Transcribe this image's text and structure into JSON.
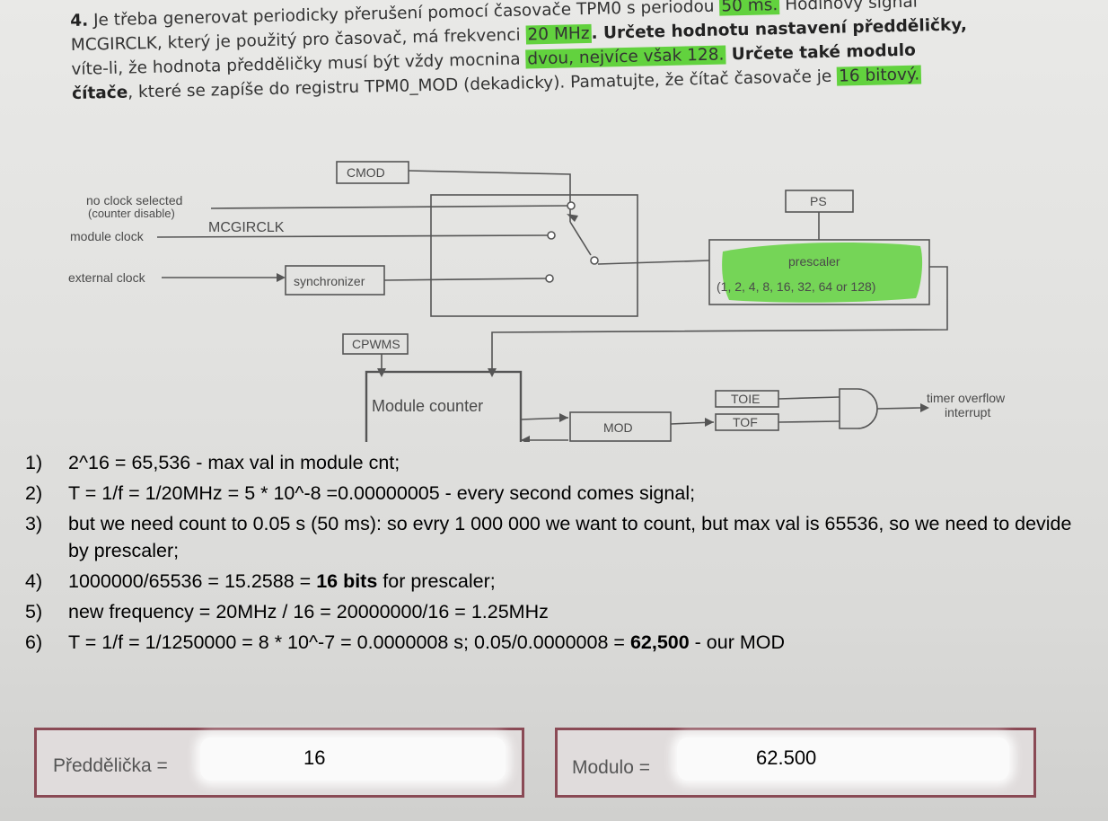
{
  "problem": {
    "number": "4.",
    "line1_pre": " Je třeba generovat periodicky přerušení pomocí časovače TPM0 s periodou ",
    "line1_hl": "50 ms.",
    "line1_post": " Hodinový signál",
    "line2_pre": "MCGIRCLK, který je použitý pro časovač, má frekvenci ",
    "line2_hl": "20 MHz",
    "line2_post": ". Určete hodnotu nastavení předděličky,",
    "line3_pre": "víte-li, že hodnota předděličky musí být vždy mocnina ",
    "line3_hl": "dvou, nejvíce však 128.",
    "line3_post": " Určete také modulo",
    "line4_bold": "čítače",
    "line4_mid": ", které se zapíše do registru TPM0_MOD (dekadicky). Pamatujte, že čítač časovače je ",
    "line4_hl": "16 bitový."
  },
  "diagram": {
    "cmod": "CMOD",
    "no_clock_1": "no clock selected",
    "no_clock_2": "(counter disable)",
    "module_clock": "module clock",
    "mcgirclk": "MCGIRCLK",
    "external_clock": "external clock",
    "synchronizer": "synchronizer",
    "ps": "PS",
    "prescaler": "prescaler",
    "prescaler_values": "(1, 2, 4, 8, 16, 32, 64 or 128)",
    "cpwms": "CPWMS",
    "module_counter": "Module counter",
    "mod": "MOD",
    "toie": "TOIE",
    "tof": "TOF",
    "timer_overflow_1": "timer overflow",
    "timer_overflow_2": "interrupt"
  },
  "solution": [
    {
      "num": "1)",
      "pre": "2^16 = 65,536 - max val in module cnt;",
      "bold": "",
      "post": ""
    },
    {
      "num": "2)",
      "pre": "T = 1/f = 1/20MHz = 5 * 10^-8 =0.00000005 - every second comes signal;",
      "bold": "",
      "post": ""
    },
    {
      "num": "3)",
      "pre": "but we need count to 0.05 s (50 ms): so evry 1 000 000 we want to count, but max val is 65536, so we need to devide by prescaler;",
      "bold": "",
      "post": ""
    },
    {
      "num": "4)",
      "pre": "1000000/65536 = 15.2588 = ",
      "bold": "16 bits",
      "post": " for prescaler;"
    },
    {
      "num": "5)",
      "pre": "new frequency = 20MHz / 16 = 20000000/16 = 1.25MHz",
      "bold": "",
      "post": ""
    },
    {
      "num": "6)",
      "pre": "T = 1/f = 1/1250000 = 8 * 10^-7 = 0.0000008 s;   0.05/0.0000008 = ",
      "bold": "62,500",
      "post": " - our MOD"
    }
  ],
  "answers": {
    "prescaler_label": "Předdělička =",
    "prescaler_value": "16",
    "modulo_label": "Modulo =",
    "modulo_value": "62.500"
  },
  "colors": {
    "highlight": "#62d23e",
    "answer_border": "#8a4a55"
  }
}
